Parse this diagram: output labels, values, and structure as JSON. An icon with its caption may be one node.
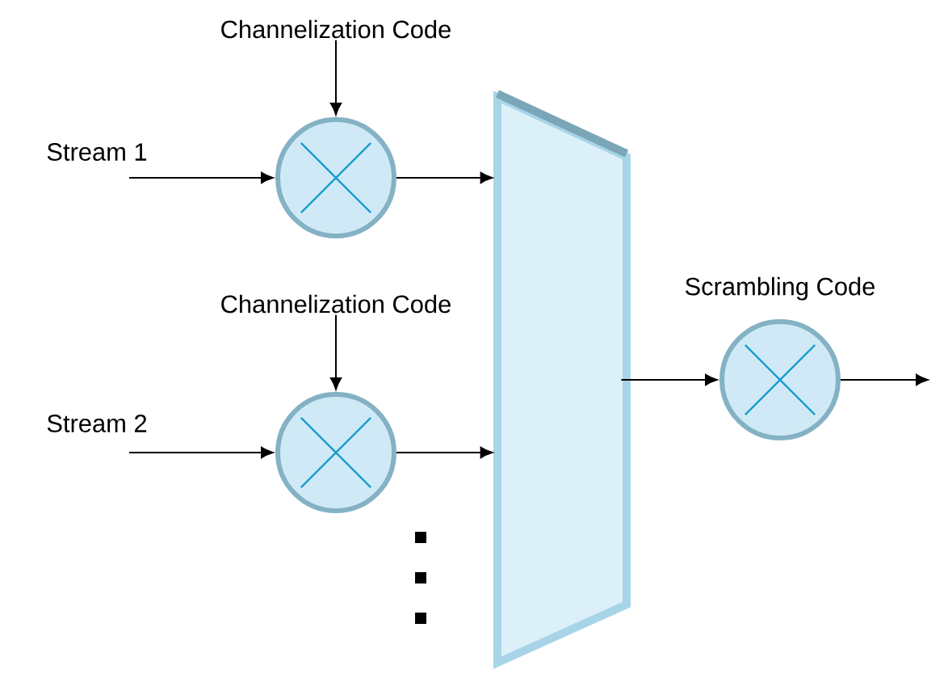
{
  "diagram": {
    "nodes": [
      {
        "text": [
          "Channelization Code"
        ]
      },
      {
        "text": [],
        "shape": "circle"
      },
      {
        "text": [
          "Channelization Code"
        ]
      },
      {
        "text": [],
        "shape": "circle"
      },
      {
        "text": [],
        "shape": "box"
      },
      {
        "text": [],
        "shape": "circle",
        "beside": [
          "Scrambling Code"
        ]
      }
    ],
    "edges": [
      {
        "from": null,
        "to": 1,
        "arrow": "to",
        "label": "Stream 1"
      },
      {
        "from": 0,
        "to": 1,
        "arrow": "to"
      },
      {
        "from": 1,
        "to": 4,
        "arrow": "to"
      },
      {
        "from": null,
        "to": 3,
        "arrow": "to",
        "label": "Stream 2"
      },
      {
        "from": 2,
        "to": 3,
        "arrow": "to"
      },
      {
        "from": 3,
        "to": 4,
        "arrow": "to"
      },
      {
        "from": 4,
        "to": 5,
        "arrow": "to"
      },
      {
        "from": 5,
        "to": null,
        "arrow": "to"
      }
    ]
  }
}
